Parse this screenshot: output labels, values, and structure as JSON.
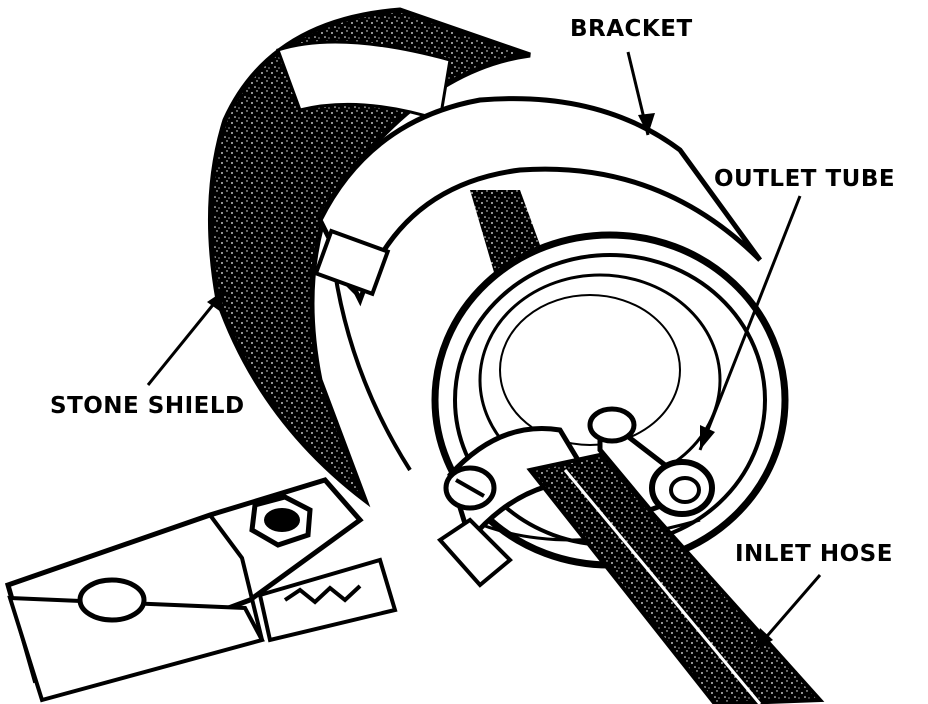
{
  "labels": {
    "bracket": "BRACKET",
    "outlet_tube": "OUTLET TUBE",
    "stone_shield": "STONE SHIELD",
    "inlet_hose": "INLET HOSE"
  },
  "colors": {
    "ink": "#000000",
    "paper": "#ffffff"
  }
}
